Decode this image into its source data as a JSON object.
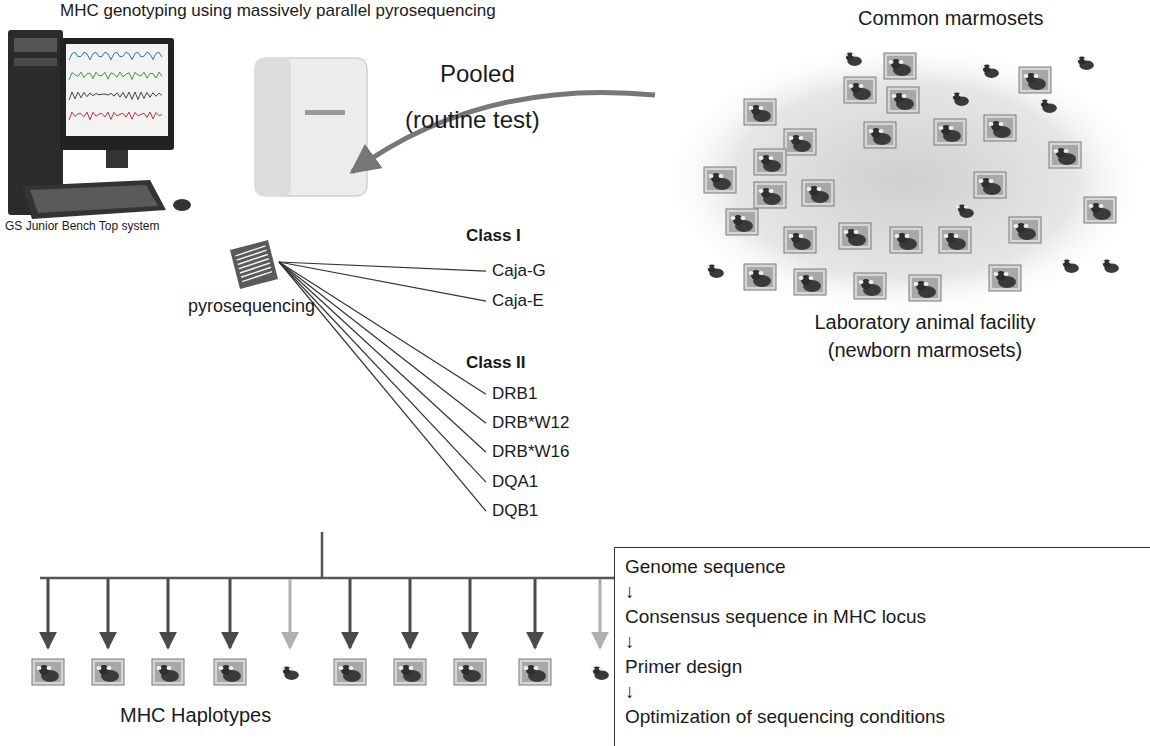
{
  "diagram": {
    "title": "MHC genotyping using massively parallel pyrosequencing",
    "nodes": [
      {
        "text": [
          "Genome sequence",
          "↓",
          "Consensus sequence in MHC locus",
          "↓",
          "Primer design",
          "↓",
          "Optimization of sequencing conditions"
        ]
      }
    ],
    "labels": [
      "Pooled",
      "(routine test)",
      "GS Junior Bench Top system",
      "Class I",
      "Caja-G",
      "Caja-E",
      "Class II",
      "DRB1",
      "DRB*W12",
      "DRB*W16",
      "DQA1",
      "DQB1",
      "pyrosequencing",
      "Common marmosets",
      "Laboratory animal facility (newborn marmosets)",
      "MHC Haplotypes"
    ]
  }
}
